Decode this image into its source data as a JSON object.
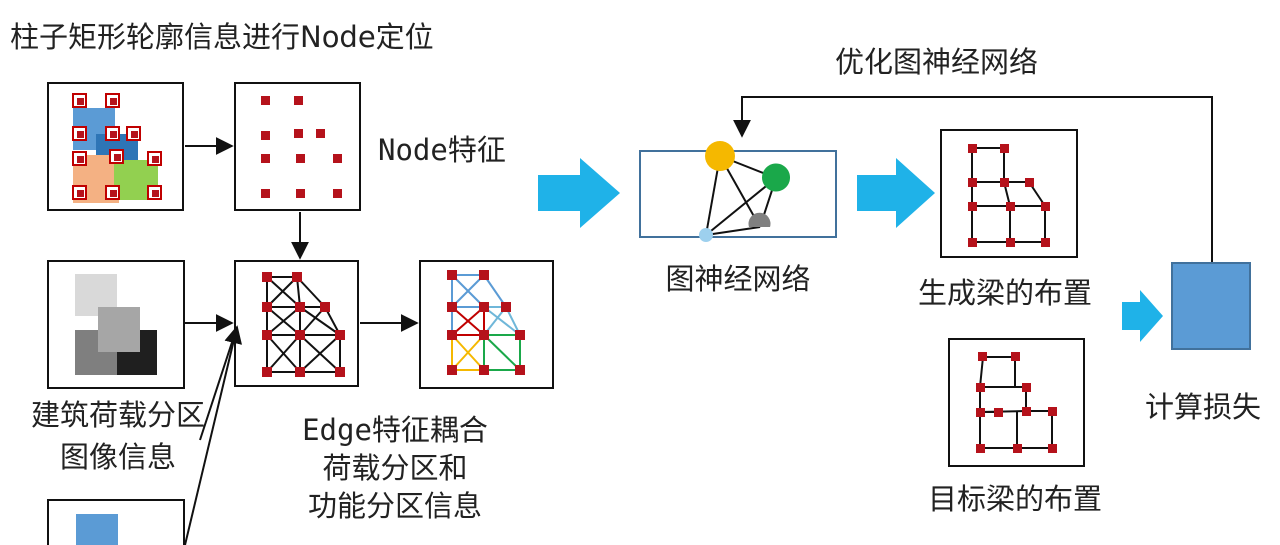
{
  "title": "柱子矩形轮廓信息进行Node定位",
  "labels": {
    "node_feature": "Node特征",
    "load_zone_line1": "建筑荷载分区",
    "load_zone_line2": "图像信息",
    "edge_line1": "Edge特征耦合",
    "edge_line2": "荷载分区和",
    "edge_line3": "功能分区信息",
    "gnn": "图神经网络",
    "optimize": "优化图神经网络",
    "generated_beams": "生成梁的布置",
    "target_beams": "目标梁的布置",
    "compute_loss": "计算损失"
  },
  "colors": {
    "node": "#b5121b",
    "arrow_big": "#1fb2e8",
    "loss_box": "#5b9bd5",
    "gnn_border": "#41719c",
    "yellow_node": "#f5b800",
    "green_node": "#1aa84a",
    "gray_node": "#808080",
    "lightblue_node": "#9dd0ee"
  }
}
